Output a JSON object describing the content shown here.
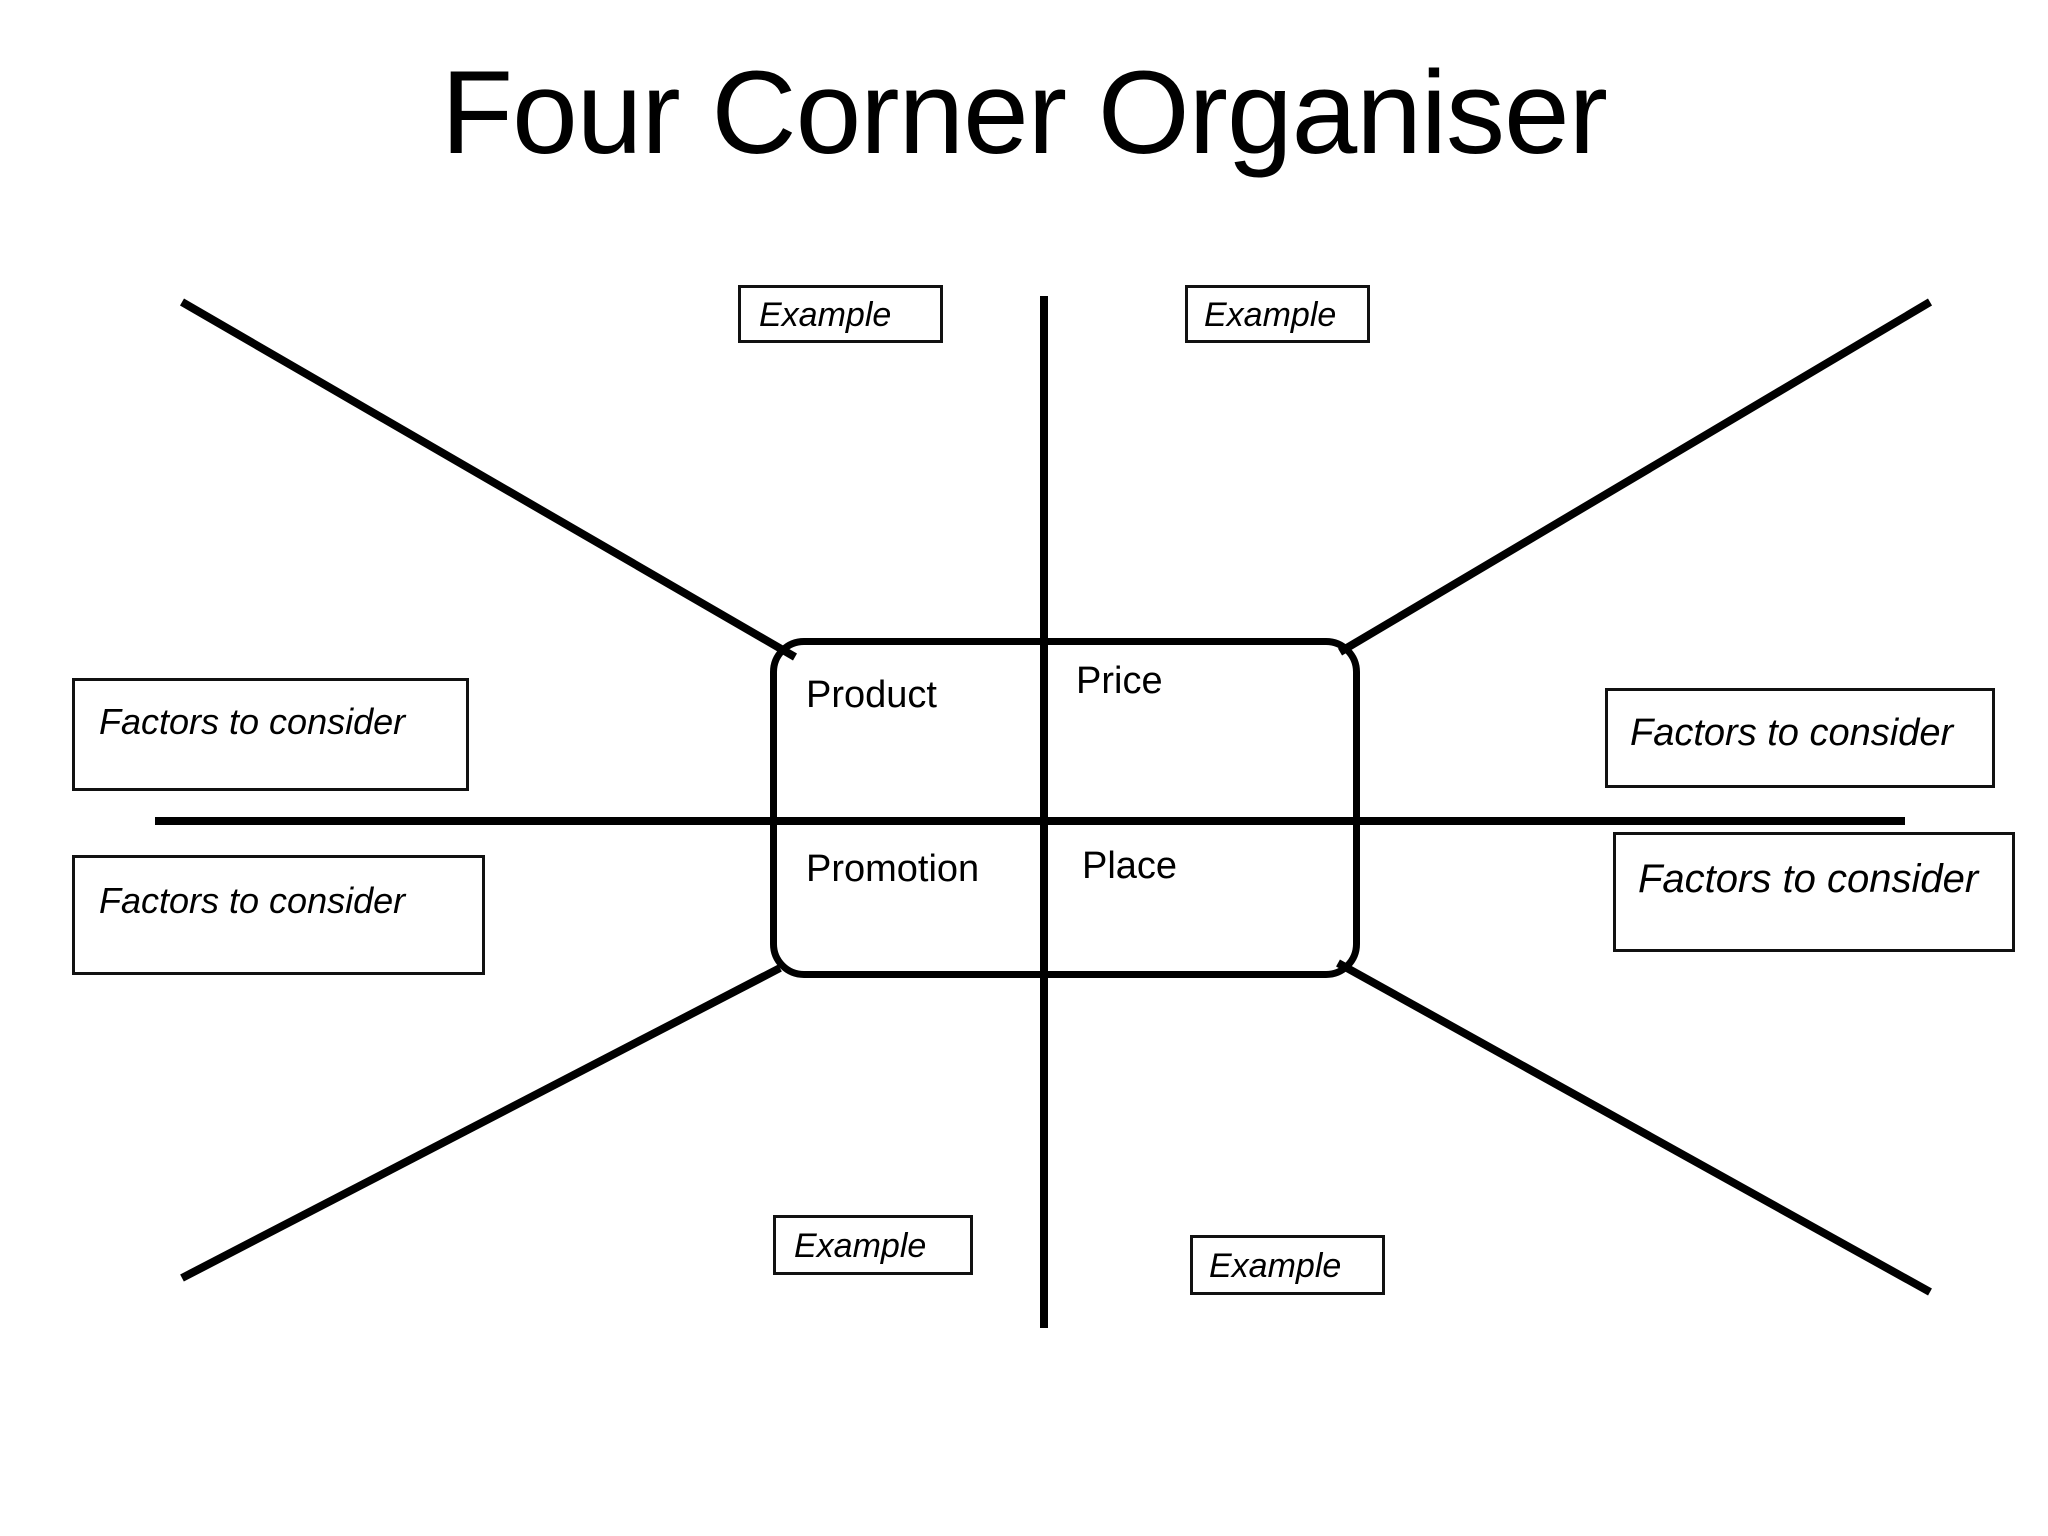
{
  "page": {
    "title": "Four Corner Organiser",
    "background_color": "#ffffff",
    "line_color": "#000000"
  },
  "center": {
    "quadrants": [
      {
        "id": "product",
        "label": "Product"
      },
      {
        "id": "price",
        "label": "Price"
      },
      {
        "id": "promotion",
        "label": "Promotion"
      },
      {
        "id": "place",
        "label": "Place"
      }
    ]
  },
  "notes": {
    "example_top_left": "Example",
    "example_top_right": "Example",
    "example_bottom_left": "Example",
    "example_bottom_right": "Example",
    "factors_left_top": "Factors to consider",
    "factors_left_bottom": "Factors to consider",
    "factors_right_top": "Factors to consider",
    "factors_right_bottom": "Factors to consider"
  }
}
